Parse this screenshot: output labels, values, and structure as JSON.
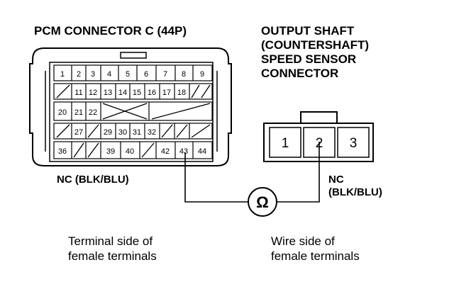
{
  "pcm_connector": {
    "title": "PCM CONNECTOR C (44P)",
    "rows": [
      [
        "1",
        "2",
        "3",
        "4",
        "5",
        "6",
        "7",
        "8",
        "9"
      ],
      [
        "",
        "11",
        "12",
        "13",
        "14",
        "15",
        "16",
        "17",
        "18",
        "",
        ""
      ],
      [
        "20",
        "21",
        "22"
      ],
      [
        "",
        "27",
        "",
        "29",
        "30",
        "31",
        "32",
        "",
        "",
        ""
      ],
      [
        "36",
        "",
        "",
        "39",
        "40",
        "",
        "42",
        "43",
        "44"
      ]
    ],
    "wire_label": "NC (BLK/BLU)",
    "caption": [
      "Terminal side of",
      "female terminals"
    ]
  },
  "sensor_connector": {
    "title": [
      "OUTPUT SHAFT",
      "(COUNTERSHAFT)",
      "SPEED SENSOR",
      "CONNECTOR"
    ],
    "pins": [
      "1",
      "2",
      "3"
    ],
    "wire_label": [
      "NC",
      "(BLK/BLU)"
    ],
    "caption": [
      "Wire side of",
      "female terminals"
    ]
  },
  "meter": {
    "symbol": "Ω",
    "icon": "ohmmeter-icon"
  }
}
